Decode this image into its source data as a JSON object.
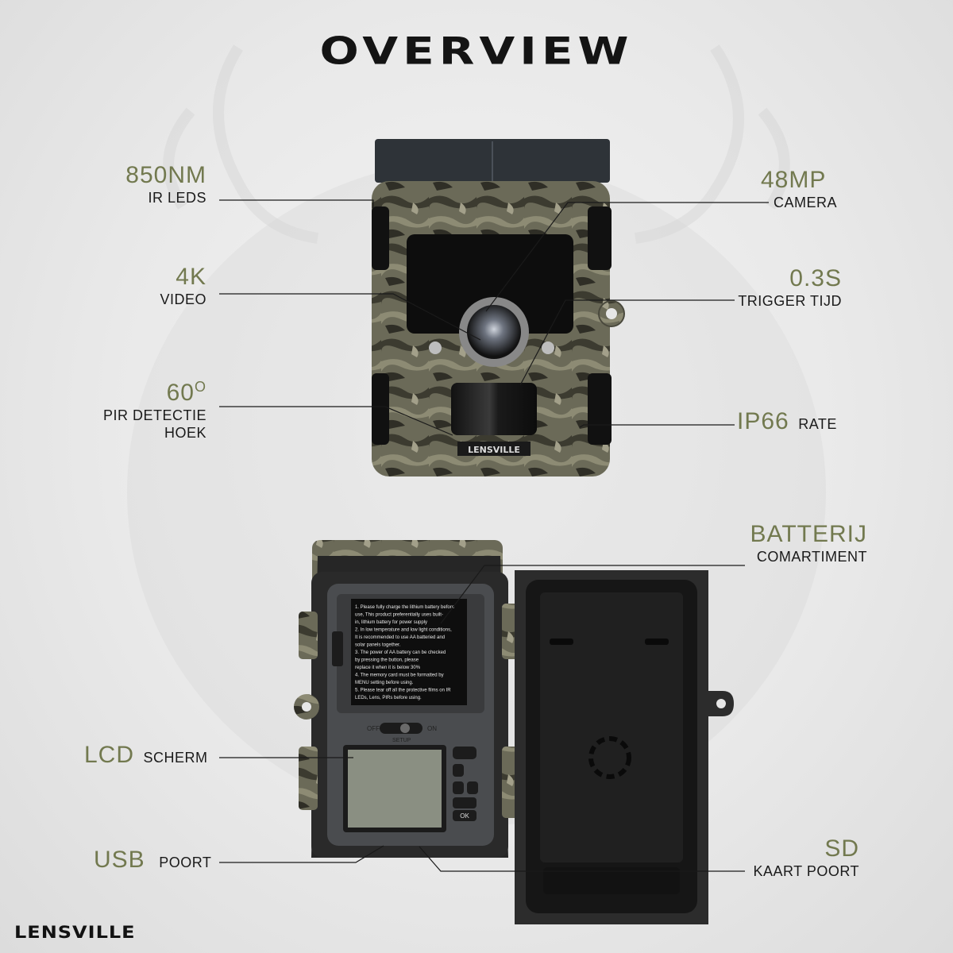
{
  "title": "OVERVIEW",
  "brand": "LENSVILLE",
  "device_brand": "LENSVILLE",
  "callouts": {
    "ir": {
      "big": "850NM",
      "small": "IR LEDS"
    },
    "camera": {
      "big": "48MP",
      "small": "CAMERA"
    },
    "video": {
      "big": "4K",
      "small": "VIDEO"
    },
    "trigger": {
      "big": "0.3S",
      "small": "TRIGGER TIJD"
    },
    "pir": {
      "big": "60",
      "sup": "O",
      "small1": "PIR DETECTIE",
      "small2": "HOEK"
    },
    "ip": {
      "big": "IP66",
      "small": "RATE"
    },
    "battery": {
      "big": "BATTERIJ",
      "small": "COMARTIMENT"
    },
    "lcd": {
      "big": "LCD",
      "small": "SCHERM"
    },
    "usb": {
      "big": "USB",
      "small": "POORT"
    },
    "sd": {
      "big": "SD",
      "small": "KAART POORT"
    }
  },
  "panel_text": {
    "off": "OFF",
    "setup": "SETUP",
    "on": "ON",
    "ok": "OK",
    "instructions": [
      "1. Please fully charge the lithium battery before",
      "use, This product preferentially uses built-",
      "in, lithium battery for power supply",
      "2. In low temperature and low light conditions,",
      "It is recommended to use AA batteried and",
      "solar panels together.",
      "3. The power of AA battery can be checked",
      "by pressing the button, please",
      "replace it when it is below 30%",
      "4. The memory card must be formatted by",
      "MENU setting before using.",
      "5. Please tear off all the protective films on IR",
      "LEDs, Lens, PIRs before using."
    ]
  },
  "colors": {
    "accent": "#72794f",
    "text": "#1a1a1a",
    "body_dark": "#2b2b2b"
  }
}
